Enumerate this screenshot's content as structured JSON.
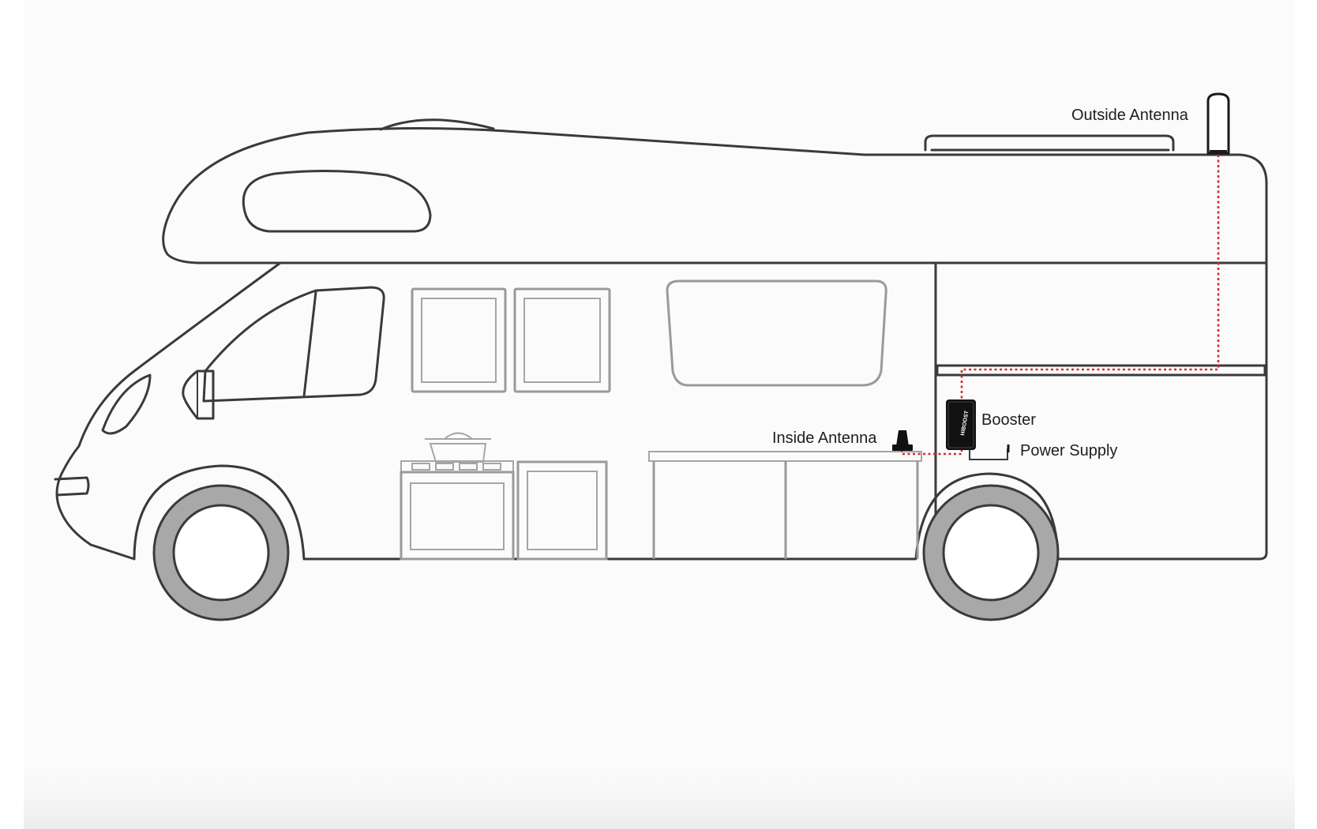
{
  "labels": {
    "outside_antenna": "Outside Antenna",
    "booster": "Booster",
    "inside_antenna": "Inside Antenna",
    "power_supply": "Power Supply",
    "booster_brand": "HiBOOST"
  },
  "colors": {
    "outline": "#3a3a3a",
    "cable": "#d32b2b",
    "tire": "#a8a8a8",
    "device": "#111111",
    "background": "#fbfbfb"
  },
  "icons": {
    "outside_antenna": "outside-antenna-icon",
    "inside_antenna": "inside-antenna-icon",
    "booster": "booster-device-icon"
  }
}
